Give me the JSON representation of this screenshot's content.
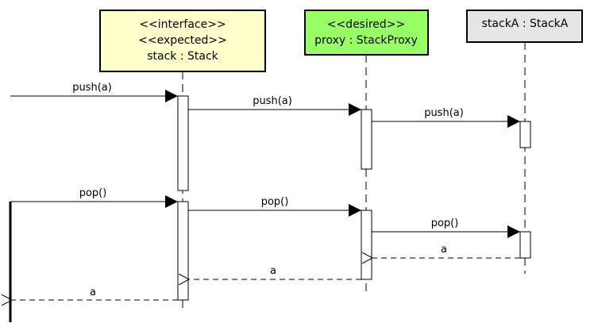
{
  "participants": [
    {
      "id": "stack",
      "lines": [
        "<<interface>>",
        "<<expected>>",
        "stack : Stack"
      ],
      "fill": "#ffffcc",
      "stroke": "#000000"
    },
    {
      "id": "proxy",
      "lines": [
        "<<desired>>",
        "proxy : StackProxy"
      ],
      "fill": "#99ff66",
      "stroke": "#000000"
    },
    {
      "id": "stackA",
      "lines": [
        "stackA : StackA"
      ],
      "fill": "#e6e6e6",
      "stroke": "#000000"
    }
  ],
  "messages": [
    {
      "id": "push-caller-stack",
      "from": "caller",
      "to": "stack",
      "label": "push(a)",
      "kind": "call"
    },
    {
      "id": "push-stack-proxy",
      "from": "stack",
      "to": "proxy",
      "label": "push(a)",
      "kind": "call"
    },
    {
      "id": "push-proxy-stackA",
      "from": "proxy",
      "to": "stackA",
      "label": "push(a)",
      "kind": "call"
    },
    {
      "id": "pop-caller-stack",
      "from": "caller",
      "to": "stack",
      "label": "pop()",
      "kind": "call"
    },
    {
      "id": "pop-stack-proxy",
      "from": "stack",
      "to": "proxy",
      "label": "pop()",
      "kind": "call"
    },
    {
      "id": "pop-proxy-stackA",
      "from": "proxy",
      "to": "stackA",
      "label": "pop()",
      "kind": "call"
    },
    {
      "id": "return-stackA-proxy",
      "from": "stackA",
      "to": "proxy",
      "label": "a",
      "kind": "return"
    },
    {
      "id": "return-proxy-stack",
      "from": "proxy",
      "to": "stack",
      "label": "a",
      "kind": "return"
    },
    {
      "id": "return-stack-caller",
      "from": "stack",
      "to": "caller",
      "label": "a",
      "kind": "return"
    }
  ]
}
